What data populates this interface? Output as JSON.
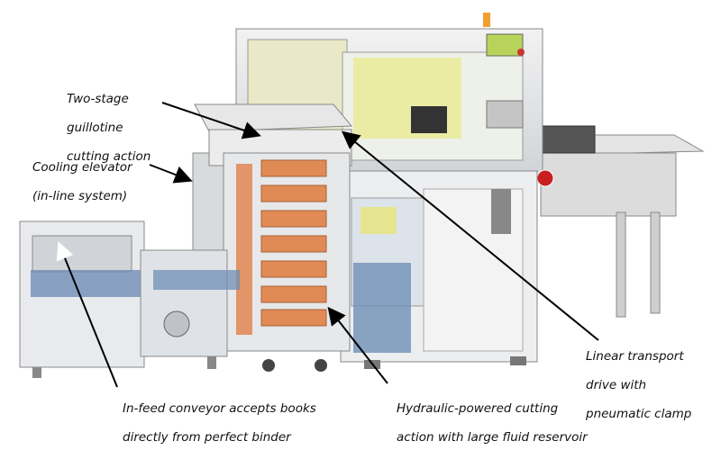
{
  "annotations": {
    "guillotine": {
      "lines": [
        "Two-stage",
        "guillotine",
        "cutting action"
      ]
    },
    "cooling": {
      "lines": [
        "Cooling elevator",
        "(in-line system)"
      ]
    },
    "infeed": {
      "lines": [
        "In-feed conveyor accepts books",
        "directly from perfect binder"
      ]
    },
    "hydraulic": {
      "lines": [
        "Hydraulic-powered cutting",
        "action with large fluid reservoir"
      ]
    },
    "transport": {
      "lines": [
        "Linear transport",
        "drive with",
        "pneumatic clamp"
      ]
    }
  },
  "colors": {
    "frame": "#d9d9d9",
    "panel": "#eef0f2",
    "accent_orange": "#e07a3c",
    "accent_yellow": "#e8e46a",
    "accent_blue": "#6f8fb6",
    "outline": "#8a8a8a",
    "arrow": "#000000"
  },
  "icons": [
    "red-emergency-stop-icon",
    "orange-beacon-icon",
    "control-screen-icon"
  ]
}
